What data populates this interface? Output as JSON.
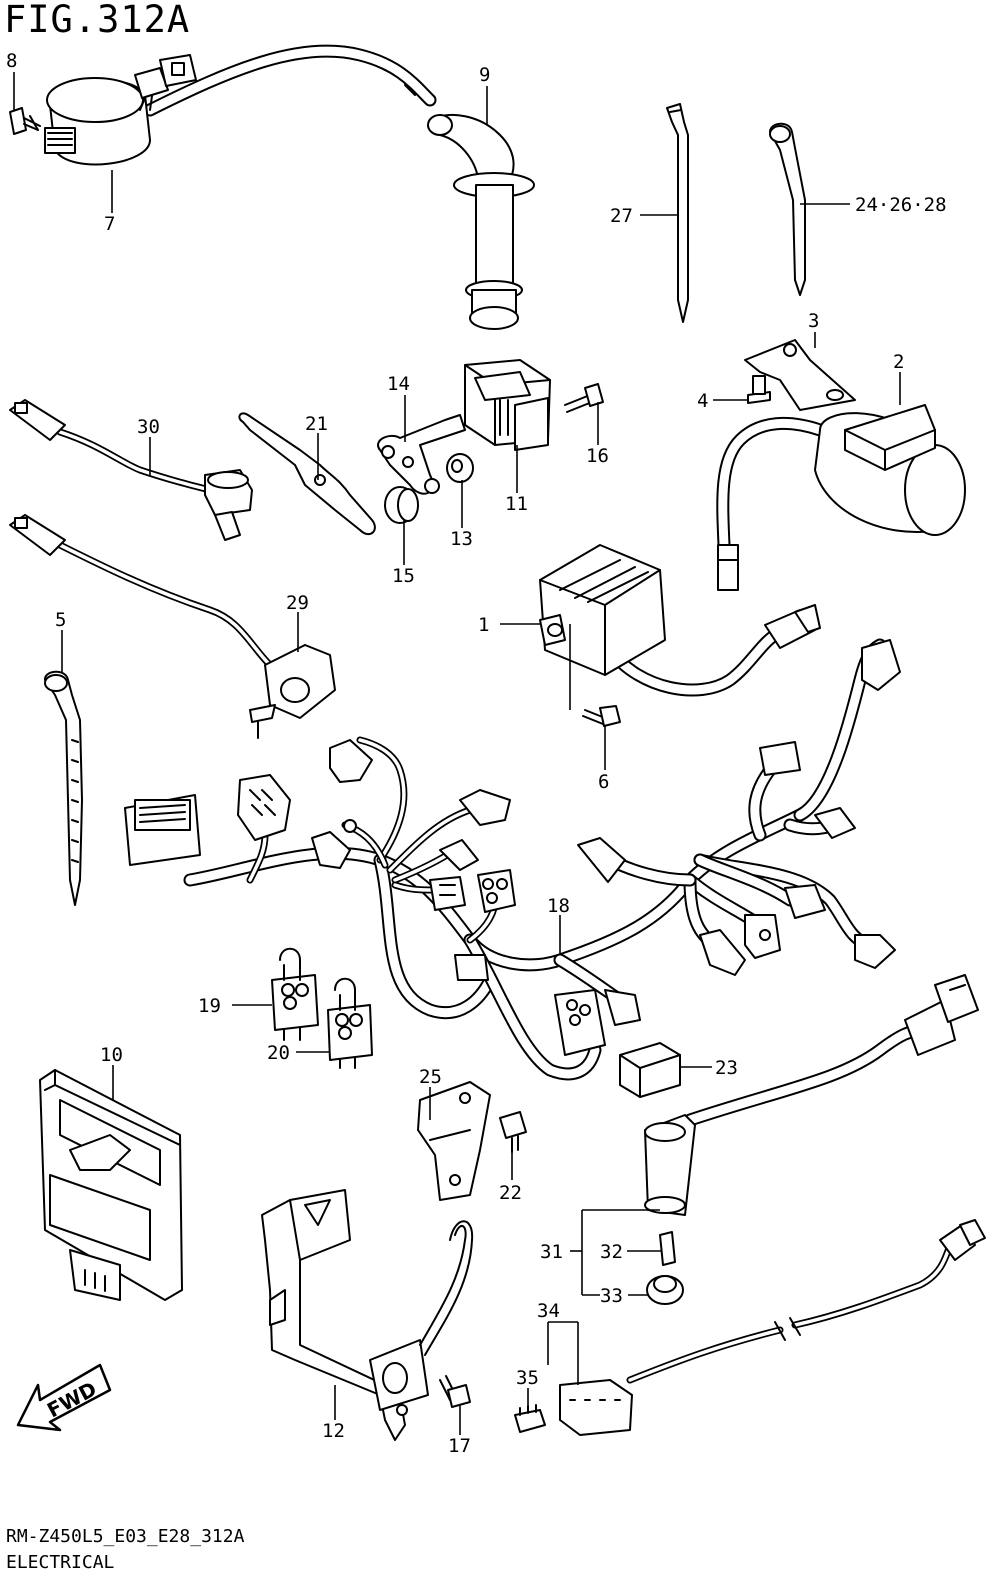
{
  "figure": {
    "title": "FIG.312A",
    "model_code": "RM-Z450L5_E03_E28_312A",
    "section": "ELECTRICAL",
    "fwd_label": "FWD"
  },
  "parts": {
    "p1": "1",
    "p2": "2",
    "p3": "3",
    "p4": "4",
    "p5": "5",
    "p6": "6",
    "p7": "7",
    "p8": "8",
    "p9": "9",
    "p10": "10",
    "p11": "11",
    "p12": "12",
    "p13": "13",
    "p14": "14",
    "p15": "15",
    "p16": "16",
    "p17": "17",
    "p18": "18",
    "p19": "19",
    "p20": "20",
    "p21": "21",
    "p22": "22",
    "p23": "23",
    "p24_26_28": "24·26·28",
    "p25": "25",
    "p27": "27",
    "p29": "29",
    "p30": "30",
    "p31": "31",
    "p32": "32",
    "p33": "33",
    "p34": "34",
    "p35": "35"
  }
}
